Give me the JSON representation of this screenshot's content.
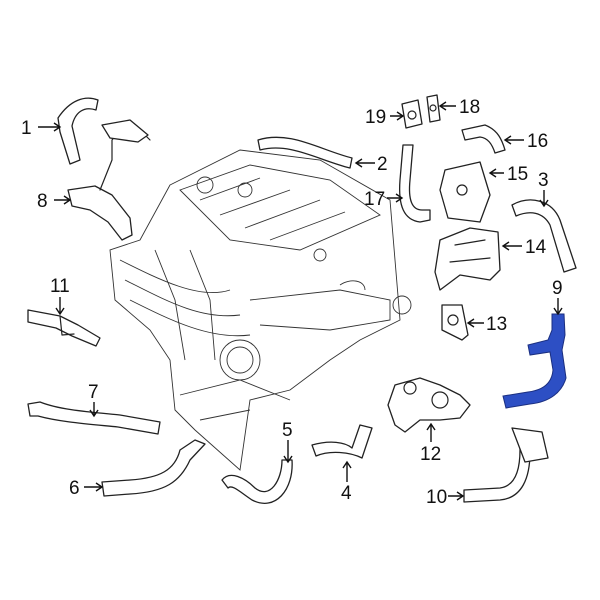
{
  "highlight_color": "#2d4fc4",
  "highlighted_part": "9",
  "callouts": [
    {
      "number": "1"
    },
    {
      "number": "2"
    },
    {
      "number": "3"
    },
    {
      "number": "4"
    },
    {
      "number": "5"
    },
    {
      "number": "6"
    },
    {
      "number": "7"
    },
    {
      "number": "8"
    },
    {
      "number": "9"
    },
    {
      "number": "10"
    },
    {
      "number": "11"
    },
    {
      "number": "12"
    },
    {
      "number": "13"
    },
    {
      "number": "14"
    },
    {
      "number": "15"
    },
    {
      "number": "16"
    },
    {
      "number": "17"
    },
    {
      "number": "18"
    },
    {
      "number": "19"
    }
  ]
}
